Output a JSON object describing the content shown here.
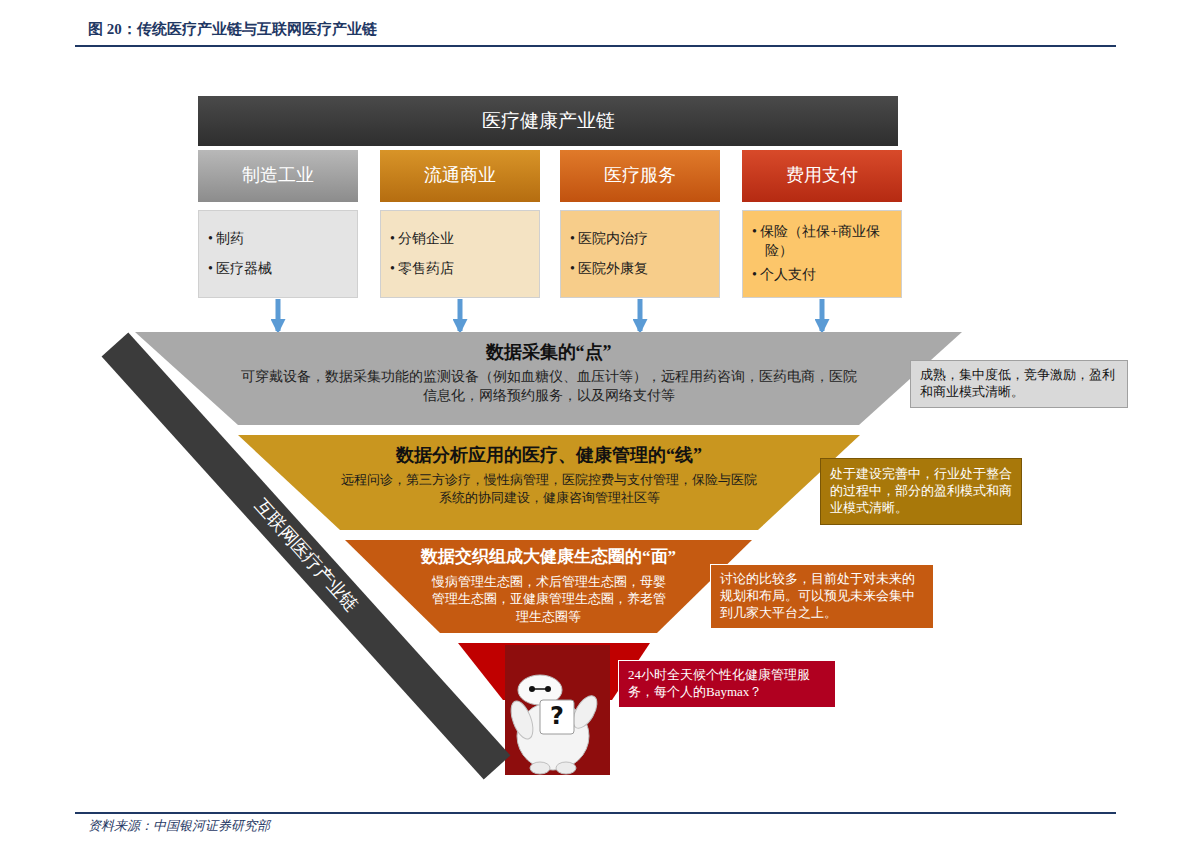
{
  "diagram": {
    "title": "图 20：传统医疗产业链与互联网医疗产业链",
    "caption": "资料来源：中国银河证券研究部",
    "nodes": [
      {
        "text": [
          "医疗健康产业链"
        ]
      },
      {
        "text": [
          "制造工业"
        ]
      },
      {
        "text": [
          "• 制药",
          "• 医疗器械"
        ]
      },
      {
        "text": [
          "流通商业"
        ]
      },
      {
        "text": [
          "• 分销企业",
          "• 零售药店"
        ]
      },
      {
        "text": [
          "医疗服务"
        ]
      },
      {
        "text": [
          "• 医院内治疗",
          "• 医院外康复"
        ]
      },
      {
        "text": [
          "费用支付"
        ]
      },
      {
        "text": [
          "• 保险（社保+商业保险）",
          "• 个人支付"
        ]
      },
      {
        "text": [
          "互联网医疗产业链"
        ]
      },
      {
        "text": [
          "数据采集的“点”",
          "可穿戴设备，数据采集功能的监测设备（例如血糖仪、血压计等），远程用药咨询，医药电商，医院信息化，网络预约服务，以及网络支付等"
        ]
      },
      {
        "text": [
          "成熟，集中度低，竞争激励，盈利和商业模式清晰。"
        ]
      },
      {
        "text": [
          "数据分析应用的医疗、健康管理的“线”",
          "远程问诊，第三方诊疗，慢性病管理，医院控费与支付管理，保险与医院系统的协同建设，健康咨询管理社区等"
        ]
      },
      {
        "text": [
          "处于建设完善中，行业处于整合的过程中，部分的盈利模式和商业模式清晰。"
        ]
      },
      {
        "text": [
          "数据交织组成大健康生态圈的“面”",
          "慢病管理生态圈，术后管理生态圈，母婴管理生态圈，亚健康管理生态圈，养老管理生态圈等"
        ]
      },
      {
        "text": [
          "讨论的比较多，目前处于对未来的规划和布局。可以预见未来会集中到几家大平台之上。"
        ]
      },
      {
        "text": [
          "24小时全天候个性化健康管理服务，每个人的Baymax？"
        ]
      }
    ],
    "edges": [
      {
        "from": 2,
        "to": 10,
        "arrow": "to"
      },
      {
        "from": 4,
        "to": 10,
        "arrow": "to"
      },
      {
        "from": 6,
        "to": 10,
        "arrow": "to"
      },
      {
        "from": 8,
        "to": 10,
        "arrow": "to"
      }
    ],
    "labels": [
      "?"
    ]
  }
}
